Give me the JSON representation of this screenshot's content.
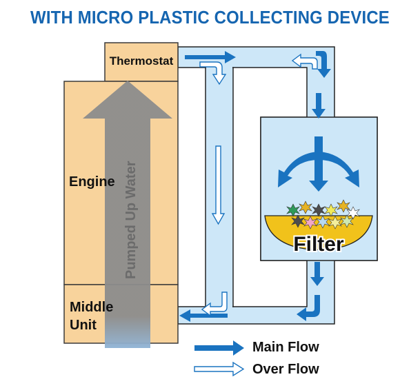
{
  "title": "WITH MICRO PLASTIC COLLECTING DEVICE",
  "labels": {
    "thermostat": "Thermostat",
    "engine": "Engine",
    "pumped_up_water": "Pumped Up Water",
    "middle_unit_line1": "Middle",
    "middle_unit_line2": "Unit",
    "filter": "Filter"
  },
  "legend": {
    "main_flow": "Main Flow",
    "over_flow": "Over Flow"
  },
  "colors": {
    "title": "#1565b0",
    "engine_fill": "#f8d39c",
    "engine_stroke": "#3a3a3a",
    "pipe_fill": "#cde7f8",
    "pipe_stroke": "#222222",
    "main_flow_arrow": "#1a73c0",
    "over_flow_arrow": "#ffffff",
    "big_arrow": "#8a8a8a",
    "filter_tray": "#f1c21b"
  }
}
